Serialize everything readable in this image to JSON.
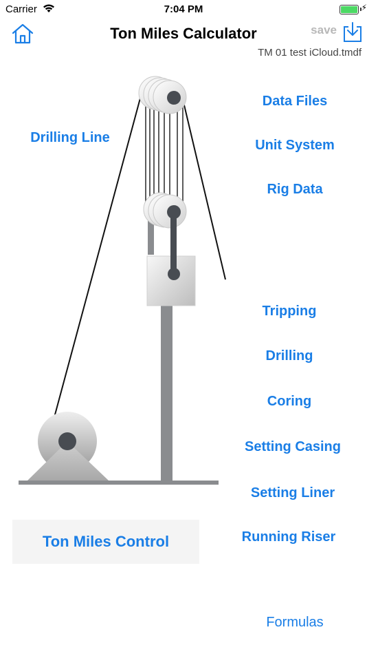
{
  "status": {
    "carrier": "Carrier",
    "time": "7:04 PM"
  },
  "header": {
    "title": "Ton Miles Calculator",
    "save_label": "save",
    "filename": "TM 01 test iCloud.tmdf"
  },
  "diagram": {
    "drilling_line_label": "Drilling Line"
  },
  "menu": {
    "data_files": "Data Files",
    "unit_system": "Unit System",
    "rig_data": "Rig Data",
    "tripping": "Tripping",
    "drilling": "Drilling",
    "coring": "Coring",
    "setting_casing": "Setting Casing",
    "setting_liner": "Setting Liner",
    "running_riser": "Running Riser"
  },
  "control_label": "Ton Miles Control",
  "formulas_label": "Formulas",
  "colors": {
    "accent": "#1a7ee6",
    "disabled": "#b8b8b8",
    "battery": "#4cd964"
  }
}
